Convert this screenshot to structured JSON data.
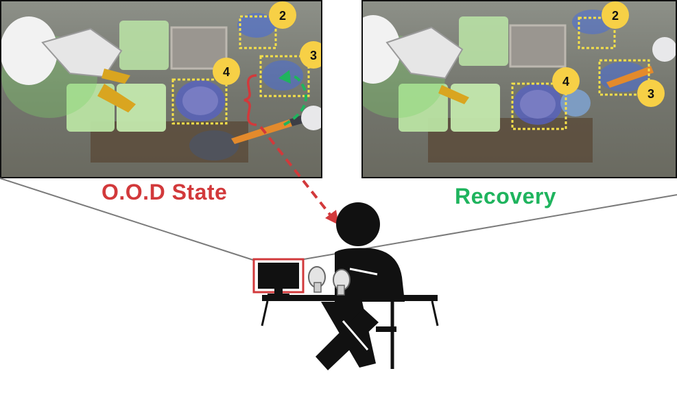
{
  "left_panel": {
    "caption": "O.O.D State",
    "markers": [
      "2",
      "3",
      "4"
    ]
  },
  "right_panel": {
    "caption": "Recovery",
    "markers": [
      "2",
      "4",
      "3"
    ]
  },
  "colors": {
    "ood_red": "#d2393b",
    "recovery_green": "#1fb45e",
    "marker_yellow": "#f7d046",
    "box_dashed_yellow": "#f5e04a"
  }
}
